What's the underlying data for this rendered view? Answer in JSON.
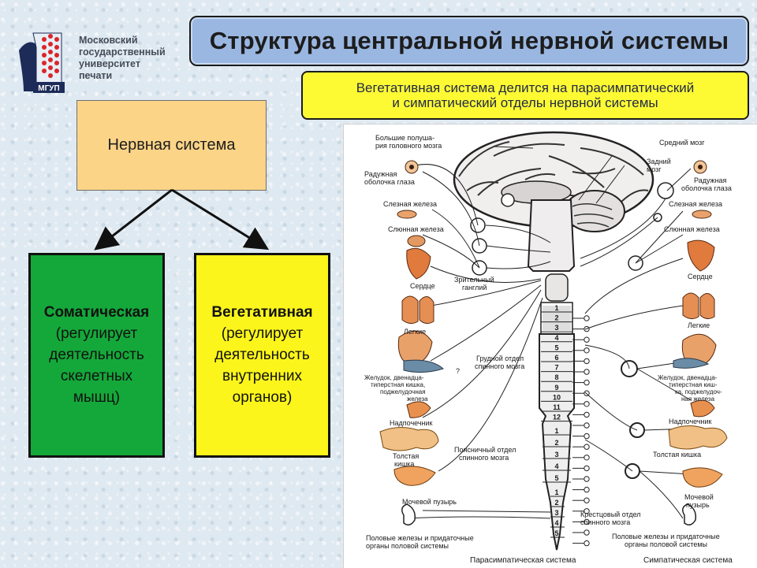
{
  "logo": {
    "abbr": "МГУП"
  },
  "university": {
    "lines": [
      "Московский",
      "государственный",
      "университет",
      "печати"
    ]
  },
  "title": "Структура центральной нервной системы",
  "subtitle": {
    "line1": "Вегетативная система делится на парасимпатический",
    "line2": "и симпатический отделы нервной системы"
  },
  "nervous_system": "Нервная система",
  "somatic": {
    "title": "Соматическая",
    "desc_lines": [
      "(регулирует",
      "деятельность",
      "скелетных",
      "мышц)"
    ]
  },
  "vegetative": {
    "title": "Вегетативная",
    "desc_lines": [
      "(регулирует",
      "деятельность",
      "внутренних",
      "органов)"
    ]
  },
  "diagram": {
    "left_labels": {
      "hemispheres_1": "Большие полуша-",
      "hemispheres_2": "рия головного мозга",
      "iris_1": "Радужная",
      "iris_2": "оболочка глаза",
      "lacrimal": "Слезная железа",
      "salivary": "Слюнная железа",
      "heart": "Сердце",
      "optic_1": "Зрительный",
      "optic_2": "ганглий",
      "lungs": "Легкие",
      "thoracic_1": "Грудной отдел",
      "thoracic_2": "спинного мозга",
      "stomach_1": "Желудок, двенадца-",
      "stomach_2": "типерстная кишка,",
      "stomach_3": "поджелудочная",
      "stomach_4": "железа",
      "adrenal": "Надпочечник",
      "colon_1": "Толстая",
      "colon_2": "кишка",
      "lumbar_1": "Поясничный отдел",
      "lumbar_2": "спинного мозга",
      "bladder": "Мочевой пузырь",
      "sexual_1": "Половые железы и придаточные",
      "sexual_2": "органы половой системы",
      "question": "?"
    },
    "right_labels": {
      "midbrain": "Средний мозг",
      "hindbrain_1": "Задний",
      "hindbrain_2": "мозг",
      "iris_1": "Радужная",
      "iris_2": "оболочка глаза",
      "lacrimal": "Слезная железа",
      "salivary": "Слюнная железа",
      "heart": "Сердце",
      "lungs": "Легкие",
      "stomach_1": "Желудок, двенадца-",
      "stomach_2": "типерстная киш-",
      "stomach_3": "ка, поджелудоч-",
      "stomach_4": "ная железа",
      "adrenal": "Надпочечник",
      "colon": "Толстая кишка",
      "bladder_1": "Мочевой",
      "bladder_2": "пузырь",
      "sacral_1": "Крестцовый отдел",
      "sacral_2": "спинного мозга",
      "sexual_1": "Половые железы и придаточные",
      "sexual_2": "органы половой системы"
    },
    "thoracic_numbers": [
      "1",
      "2",
      "3",
      "4",
      "5",
      "6",
      "7",
      "8",
      "9",
      "10",
      "11",
      "12"
    ],
    "lumbar_numbers": [
      "1",
      "2",
      "3",
      "4",
      "5"
    ],
    "sacral_numbers": [
      "1",
      "2",
      "3",
      "4",
      "5"
    ],
    "caption_left": "Парасимпатическая система",
    "caption_right": "Симпатическая система"
  }
}
